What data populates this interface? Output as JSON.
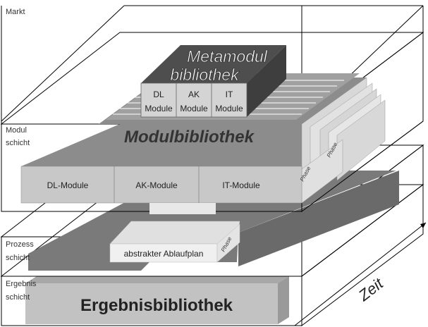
{
  "layers": {
    "markt": "Markt",
    "modul": "Modul schicht",
    "prozess": "Prozess schicht",
    "ergebnis": "Ergebnis schicht"
  },
  "meta": {
    "title_line1": "Metamodul",
    "title_line2": "bibliothek",
    "modules": [
      {
        "line1": "DL",
        "line2": "Module"
      },
      {
        "line1": "AK",
        "line2": "Module"
      },
      {
        "line1": "IT",
        "line2": "Module"
      }
    ]
  },
  "modul": {
    "title": "Modulbibliothek",
    "modules": [
      "DL-Module",
      "AK-Module",
      "IT-Module"
    ],
    "phase_label": "Phase"
  },
  "prozess": {
    "label": "abstrakter Ablaufplan",
    "phase_label": "Phase"
  },
  "ergebnis": {
    "title": "Ergebnisbibliothek"
  },
  "axis": {
    "label": "Zeit"
  },
  "colors": {
    "dark": "#5a5a5a",
    "mid": "#808080",
    "light": "#c4c4c4",
    "pale": "#e6e6e6"
  }
}
